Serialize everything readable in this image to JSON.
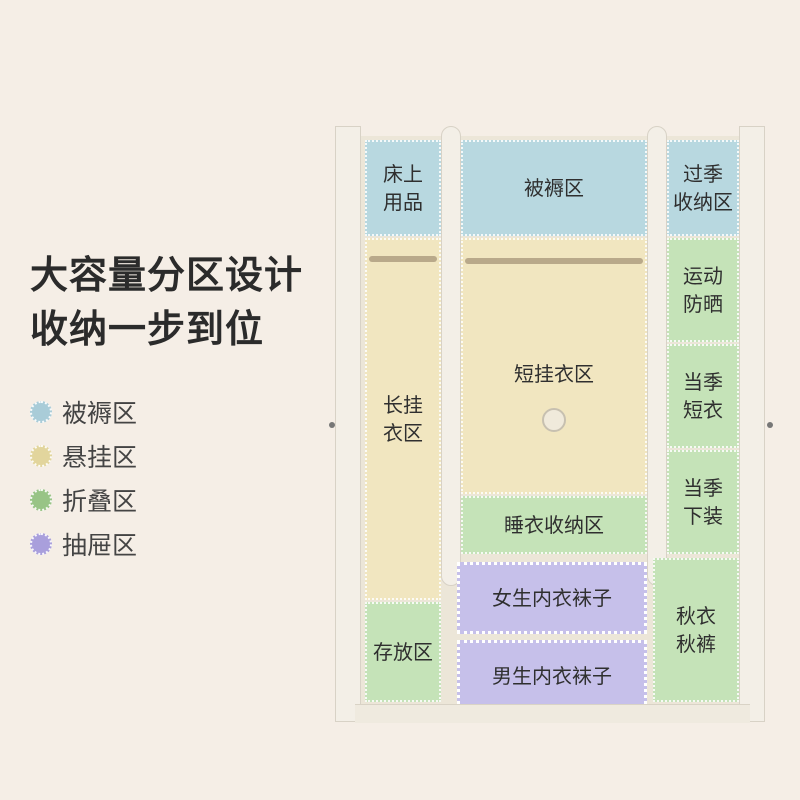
{
  "heading": {
    "line1": "大容量分区设计",
    "line2": "收纳一步到位"
  },
  "legend": [
    {
      "label": "被褥区",
      "color": "#a9ccd8"
    },
    {
      "label": "悬挂区",
      "color": "#e2d59d"
    },
    {
      "label": "折叠区",
      "color": "#98c486"
    },
    {
      "label": "抽屉区",
      "color": "#a99fdc"
    }
  ],
  "zones": {
    "bed_items": "床上\n用品",
    "bedding": "被褥区",
    "off_season": "过季\n收纳区",
    "long_hang": "长挂\n衣区",
    "short_hang": "短挂衣区",
    "sport_sun": "运动\n防晒",
    "season_tops": "当季\n短衣",
    "season_bottoms": "当季\n下装",
    "pajamas": "睡衣收纳区",
    "storage": "存放区",
    "women_underwear": "女生内衣袜子",
    "men_underwear": "男生内衣袜子",
    "thermals": "秋衣\n秋裤"
  }
}
